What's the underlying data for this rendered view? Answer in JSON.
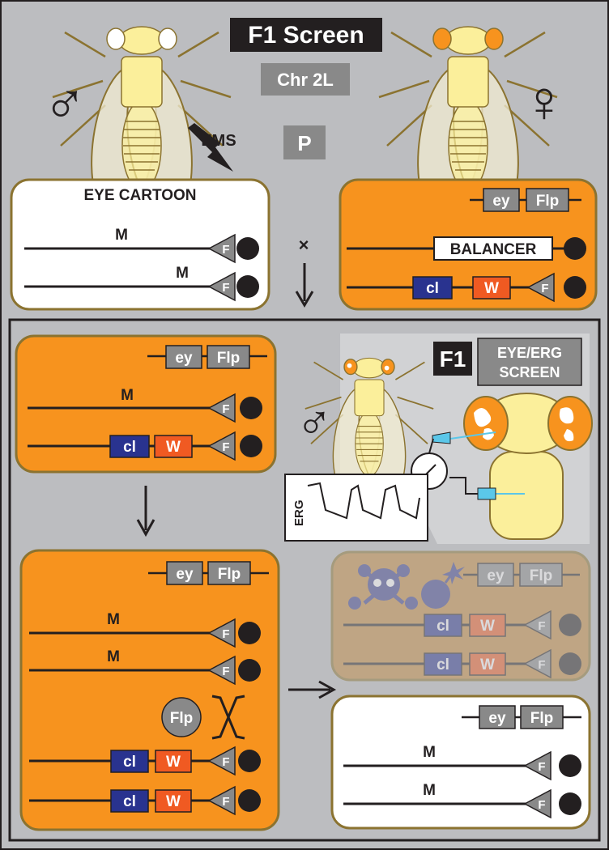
{
  "title": "F1 Screen",
  "chromosome": "Chr 2L",
  "generation_p": "P",
  "mutagen": "EMS",
  "cross_symbol": "×",
  "symbols": {
    "male": "♂",
    "female": "♀"
  },
  "parental_male_box": {
    "heading": "EYE CARTOON",
    "line1_label": "M",
    "line2_label": "M"
  },
  "frt_label": "F",
  "genes": {
    "ey": "ey",
    "flp": "Flp",
    "cl": "cl",
    "w": "W",
    "balancer": "BALANCER"
  },
  "f1_panel": {
    "badge": "F1",
    "screen_line1": "EYE/ERG",
    "screen_line2": "SCREEN",
    "erg_label": "ERG",
    "line_label": "M"
  },
  "recombination": {
    "flp_circle": "Flp",
    "line1_label": "M",
    "line2_label": "M"
  },
  "result_box": {
    "line1_label": "M",
    "line2_label": "M"
  },
  "icons": [
    "male-symbol",
    "female-symbol",
    "lightning-icon",
    "skull-icon",
    "bomb-icon",
    "electrode-icon",
    "meter-icon"
  ],
  "colors": {
    "orange": "#f7931e",
    "olive_border": "#8b7330",
    "cl_blue": "#29338f",
    "w_orange": "#f05a22",
    "gray_box": "#898989",
    "panel_gray": "#bcbdc0",
    "fly_yellow": "#fbef9b",
    "eye_orange": "#f7931e",
    "electrode_blue": "#5bc7e9"
  }
}
